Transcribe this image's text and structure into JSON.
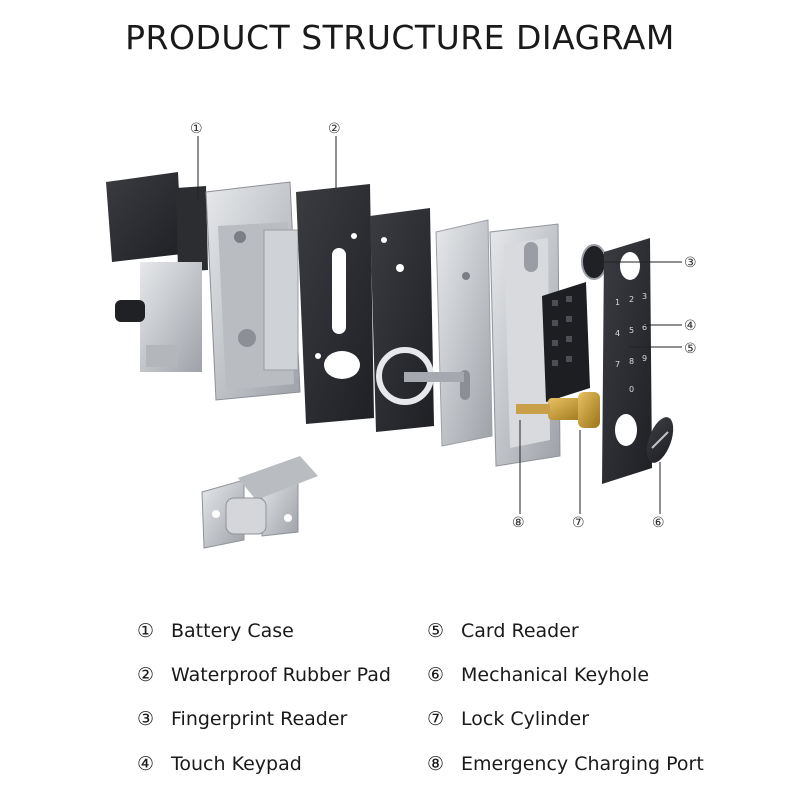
{
  "title": "PRODUCT STRUCTURE DIAGRAM",
  "callouts": [
    "①",
    "②",
    "③",
    "④",
    "⑤",
    "⑥",
    "⑦",
    "⑧"
  ],
  "legend": [
    {
      "num": "①",
      "label": "Battery Case"
    },
    {
      "num": "②",
      "label": "Waterproof Rubber Pad"
    },
    {
      "num": "③",
      "label": "Fingerprint Reader"
    },
    {
      "num": "④",
      "label": "Touch Keypad"
    },
    {
      "num": "⑤",
      "label": "Card Reader"
    },
    {
      "num": "⑥",
      "label": "Mechanical Keyhole"
    },
    {
      "num": "⑦",
      "label": "Lock Cylinder"
    },
    {
      "num": "⑧",
      "label": "Emergency Charging Port"
    }
  ],
  "keypad_digits": [
    "1",
    "2",
    "3",
    "4",
    "5",
    "6",
    "7",
    "8",
    "9",
    "0"
  ],
  "colors": {
    "dark_panel": "#2a2c31",
    "silver": "#c8cbcf",
    "brass": "#c69a2e"
  }
}
